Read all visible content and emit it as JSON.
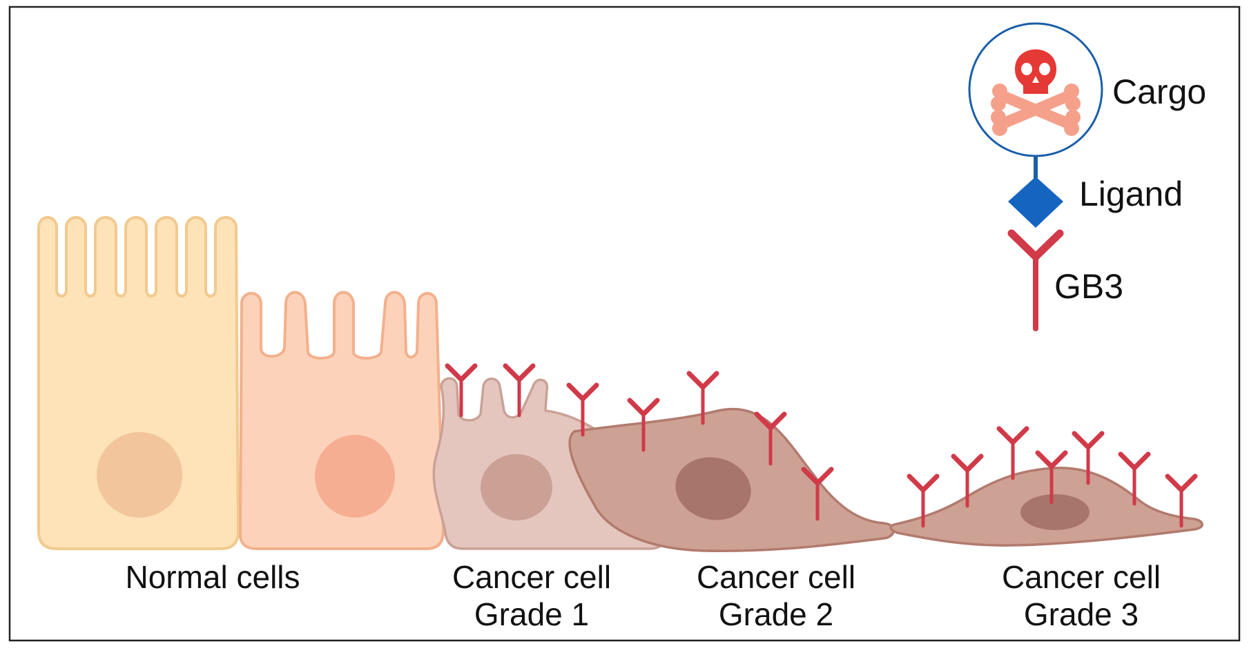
{
  "captions": {
    "normal": "Normal cells",
    "grade1": {
      "line1": "Cancer cell",
      "line2": "Grade 1"
    },
    "grade2": {
      "line1": "Cancer cell",
      "line2": "Grade 2"
    },
    "grade3": {
      "line1": "Cancer cell",
      "line2": "Grade 3"
    }
  },
  "legend": {
    "cargo": "Cargo",
    "ligand": "Ligand",
    "gb3": "GB3"
  },
  "icons": {
    "cargo": "skull-crossbones-icon",
    "ligand": "diamond-icon",
    "receptor": "y-receptor-icon"
  },
  "colors": {
    "normal_cell_1": "#FDE3B7",
    "normal_cell_2": "#FCD3BA",
    "grade1_cell": "#E4C6BE",
    "grade2_cell": "#CDA194",
    "grade3_cell": "#CDA194",
    "receptor": "#D03A49",
    "ligand": "#1565C0",
    "cargo_ring": "#1A5EA8",
    "skull": "#E53935",
    "bones": "#F4A08A"
  }
}
